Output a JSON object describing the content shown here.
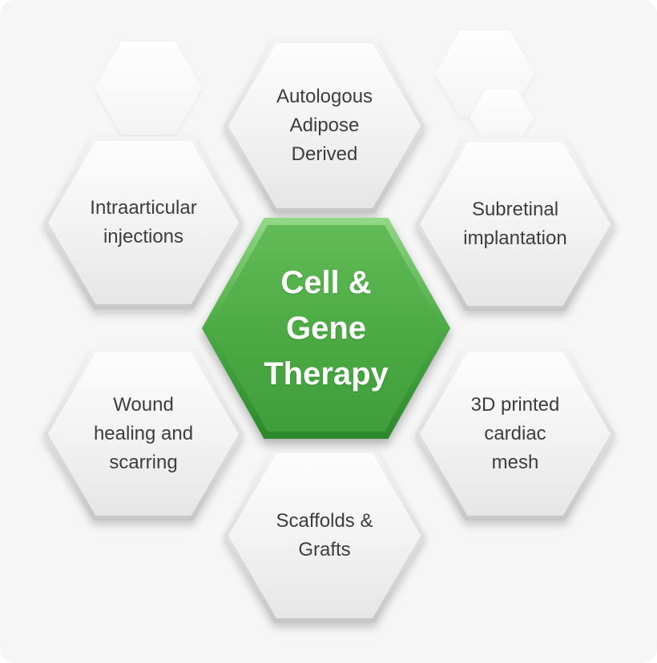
{
  "diagram_title": "Cell & Gene Therapy",
  "colors": {
    "center_green": "#46a53f",
    "hexagon_fill": "#f3f3f3",
    "text": "#3d3d3d",
    "center_text": "#ffffff",
    "background": "#f6f6f6"
  },
  "center": {
    "lines": [
      "Cell &",
      "Gene",
      "Therapy"
    ]
  },
  "nodes": [
    {
      "id": "autologous-adipose-derived",
      "lines": [
        "Autologous",
        "Adipose",
        "Derived"
      ]
    },
    {
      "id": "intraarticular-injections",
      "lines": [
        "Intraarticular",
        "injections",
        ""
      ]
    },
    {
      "id": "subretinal-implantation",
      "lines": [
        "Subretinal",
        "implantation",
        ""
      ]
    },
    {
      "id": "wound-healing-and-scarring",
      "lines": [
        "Wound",
        "healing and",
        "scarring"
      ]
    },
    {
      "id": "3d-printed-cardiac-mesh",
      "lines": [
        "3D printed",
        "cardiac",
        "mesh"
      ]
    },
    {
      "id": "scaffolds-and-grafts",
      "lines": [
        "Scaffolds &",
        "Grafts",
        ""
      ]
    }
  ]
}
